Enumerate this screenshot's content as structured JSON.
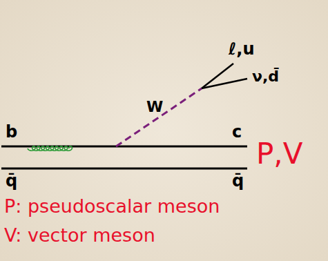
{
  "diagram": {
    "labels": [
      "ℓ,u",
      "ν,d̄",
      "W",
      "b",
      "c",
      "q̄",
      "q̄",
      "P,V",
      "P: pseudoscalar meson",
      "V: vector meson"
    ]
  }
}
